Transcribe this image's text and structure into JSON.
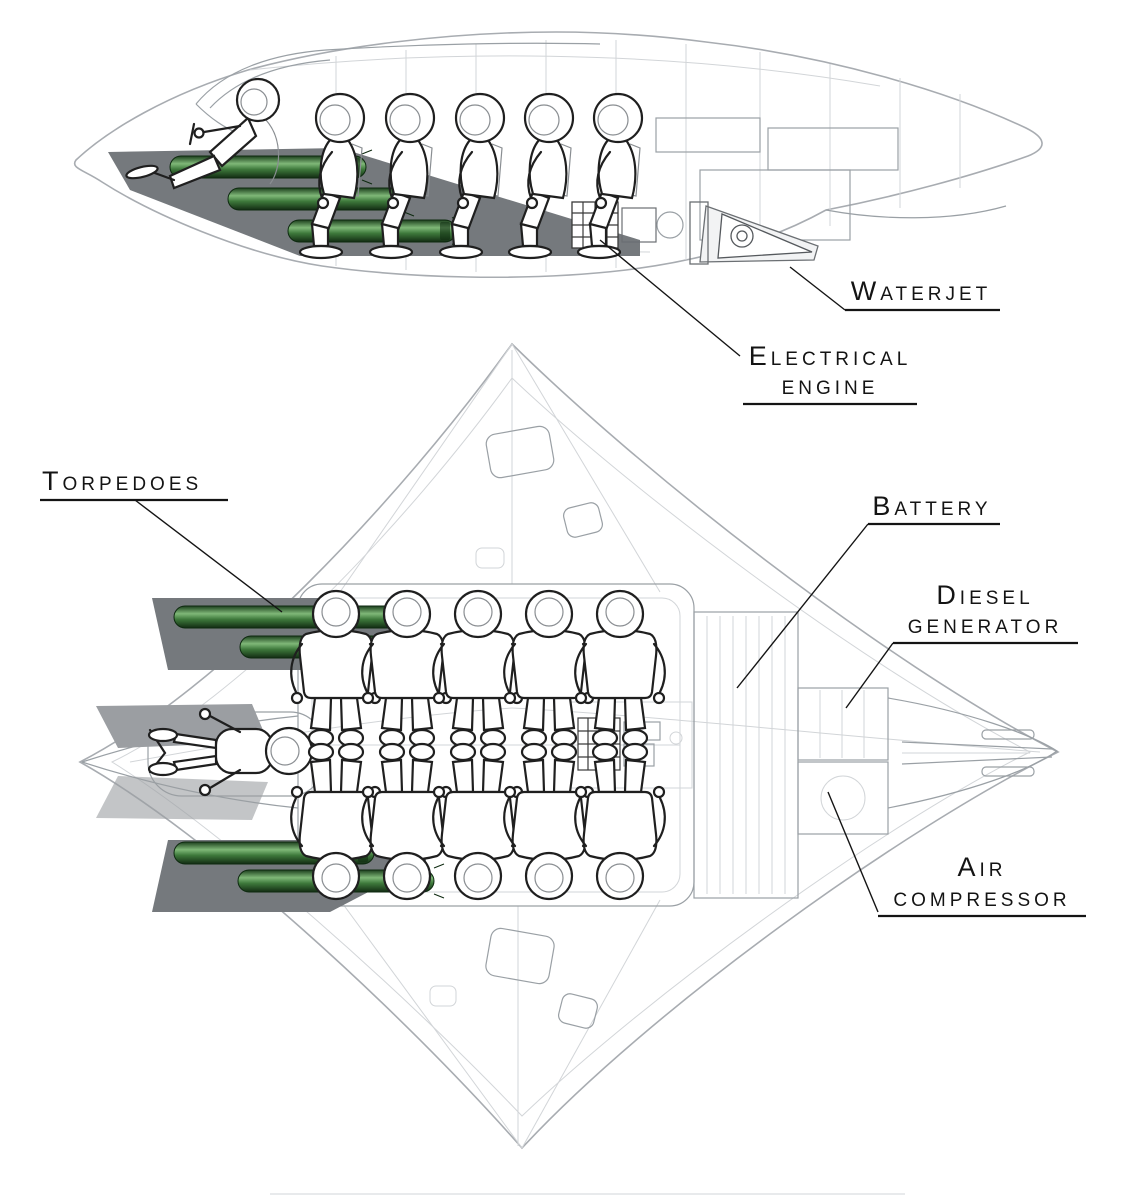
{
  "labels": {
    "waterjet": "Waterjet",
    "electrical_engine_line1": "Electrical",
    "electrical_engine_line2": "engine",
    "torpedoes": "Torpedoes",
    "battery": "Battery",
    "diesel_line1": "Diesel",
    "diesel_line2": "generator",
    "air_line1": "Air",
    "air_line2": "compressor"
  },
  "colors": {
    "background": "#ffffff",
    "blueprint_line": "#a8acb1",
    "structure_line": "#9aa0a5",
    "figure_line": "#1f1f1f",
    "bay_shadow": "#75797d",
    "torpedo_green_light": "#7fb878",
    "torpedo_green_dark": "#163517",
    "label_text": "#141414"
  }
}
